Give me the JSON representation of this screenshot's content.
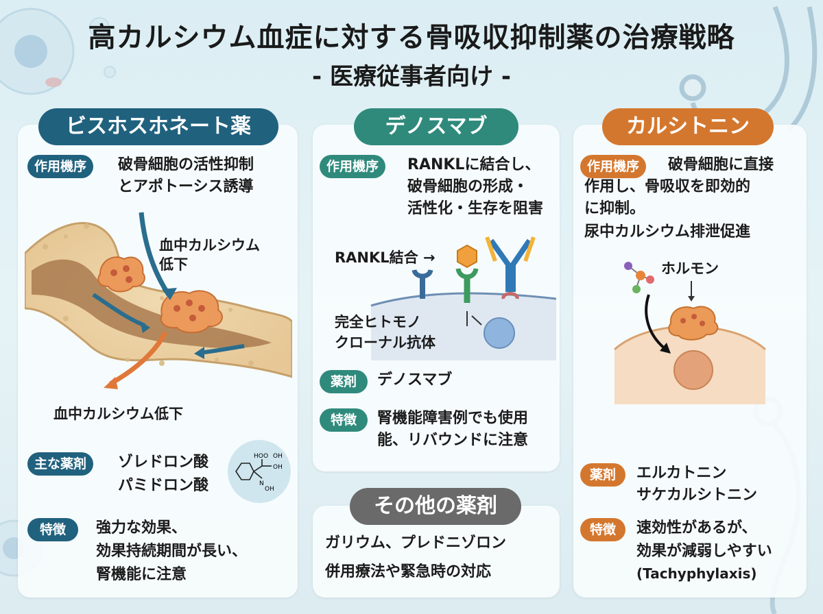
{
  "title": "高カルシウム血症に対する骨吸収抑制薬の治療戦略",
  "subtitle": "- 医療従事者向け -",
  "bisphosphonate": {
    "header": "ビスホスホネート薬",
    "mechanism_tag": "作用機序",
    "mechanism_line1": "破骨細胞の活性抑制",
    "mechanism_line2": "とアポトーシス誘導",
    "label_calcium_down_1a": "血中カルシウム",
    "label_calcium_down_1b": "低下",
    "label_calcium_down_2": "血中カルシウム低下",
    "drug_tag": "主な薬剤",
    "drug_line1": "ゾレドロン酸",
    "drug_line2": "パミドロン酸",
    "feature_tag": "特徴",
    "feature_line1": "強力な効果、",
    "feature_line2": "効果持続期間が長い、",
    "feature_line3": "腎機能に注意",
    "molecule": {
      "ho": "HO",
      "o": "O",
      "oh_top": "OH",
      "oh_right": "OH",
      "nh": "N",
      "oh_bottom": "OH"
    }
  },
  "denosumab": {
    "header": "デノスマブ",
    "mechanism_tag": "作用機序",
    "mechanism_line1": "RANKLに結合し、",
    "mechanism_line2": "破骨細胞の形成・",
    "mechanism_line3": "活性化・生存を阻害",
    "label_rankl": "RANKL結合 →",
    "label_antibody1": "完全ヒトモノ",
    "label_antibody2": "クローナル抗体",
    "drug_tag": "薬剤",
    "drug_value": "デノスマブ",
    "feature_tag": "特徴",
    "feature_line1": "腎機能障害例でも使用",
    "feature_line2": "能、リバウンドに注意"
  },
  "calcitonin": {
    "header": "カルシトニン",
    "mechanism_tag": "作用機序",
    "mechanism_line1": "破骨細胞に直接",
    "mechanism_line2": "作用し、骨吸収を即効的",
    "mechanism_line3": "に抑制。",
    "mechanism_line4": "尿中カルシウム排泄促進",
    "label_hormone": "ホルモン",
    "drug_tag": "薬剤",
    "drug_line1": "エルカトニン",
    "drug_line2": "サケカルシトニン",
    "feature_tag": "特徴",
    "feature_line1": "速効性があるが、",
    "feature_line2": "効果が減弱しやすい",
    "feature_line3": "(Tachyphylaxis)"
  },
  "others": {
    "header": "その他の薬剤",
    "line1": "ガリウム、プレドニゾロン",
    "line2": "併用療法や緊急時の対応"
  },
  "colors": {
    "bisphosphonate": "#20617e",
    "denosumab": "#2f8a7c",
    "calcitonin": "#d4772e",
    "others": "#6a6a6a"
  }
}
